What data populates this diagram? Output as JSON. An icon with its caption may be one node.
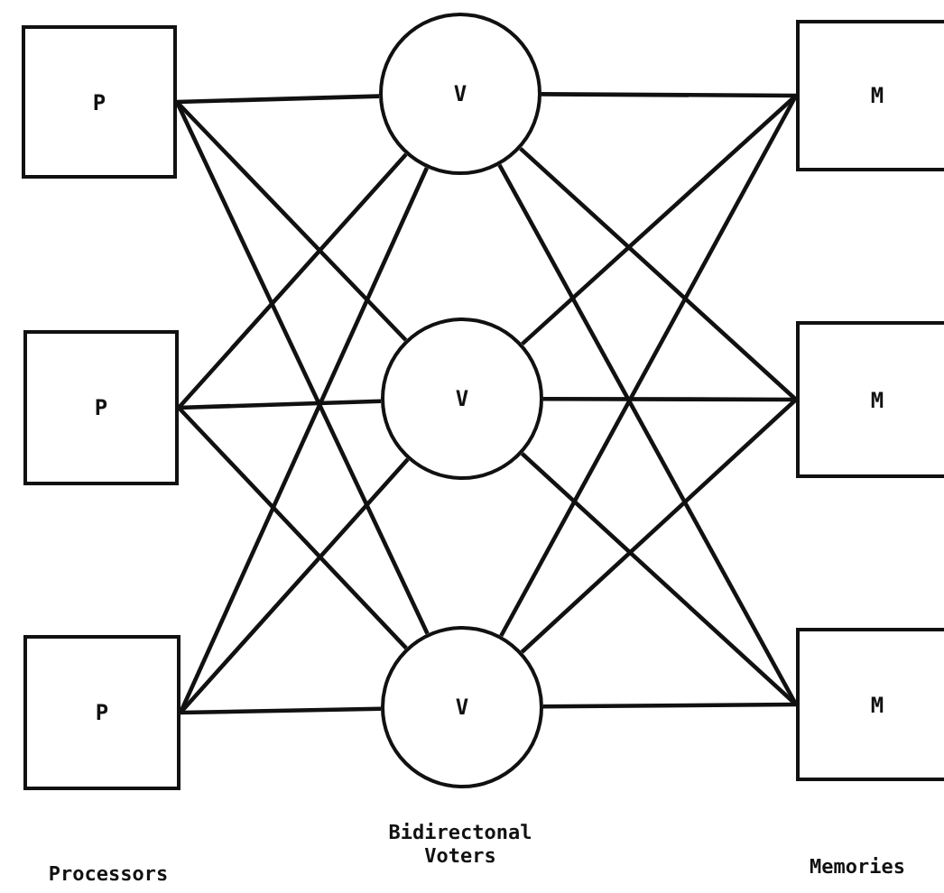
{
  "diagram": {
    "nodes": [
      {
        "text": [
          "P"
        ]
      },
      {
        "text": [
          "P"
        ]
      },
      {
        "text": [
          "P"
        ]
      },
      {
        "text": [
          "V"
        ]
      },
      {
        "text": [
          "V"
        ]
      },
      {
        "text": [
          "V"
        ]
      },
      {
        "text": [
          "M"
        ]
      },
      {
        "text": [
          "M"
        ]
      },
      {
        "text": [
          "M"
        ]
      }
    ],
    "edges": [
      {
        "from": 0,
        "to": 3,
        "arrow": "none"
      },
      {
        "from": 0,
        "to": 4,
        "arrow": "none"
      },
      {
        "from": 0,
        "to": 5,
        "arrow": "none"
      },
      {
        "from": 1,
        "to": 3,
        "arrow": "none"
      },
      {
        "from": 1,
        "to": 4,
        "arrow": "none"
      },
      {
        "from": 1,
        "to": 5,
        "arrow": "none"
      },
      {
        "from": 2,
        "to": 3,
        "arrow": "none"
      },
      {
        "from": 2,
        "to": 4,
        "arrow": "none"
      },
      {
        "from": 2,
        "to": 5,
        "arrow": "none"
      },
      {
        "from": 3,
        "to": 6,
        "arrow": "none"
      },
      {
        "from": 3,
        "to": 7,
        "arrow": "none"
      },
      {
        "from": 3,
        "to": 8,
        "arrow": "none"
      },
      {
        "from": 4,
        "to": 6,
        "arrow": "none"
      },
      {
        "from": 4,
        "to": 7,
        "arrow": "none"
      },
      {
        "from": 4,
        "to": 8,
        "arrow": "none"
      },
      {
        "from": 5,
        "to": 6,
        "arrow": "none"
      },
      {
        "from": 5,
        "to": 7,
        "arrow": "none"
      },
      {
        "from": 5,
        "to": 8,
        "arrow": "none"
      }
    ],
    "labels": [
      "Bidirectonal Voters",
      "Processors",
      "Memories"
    ]
  }
}
